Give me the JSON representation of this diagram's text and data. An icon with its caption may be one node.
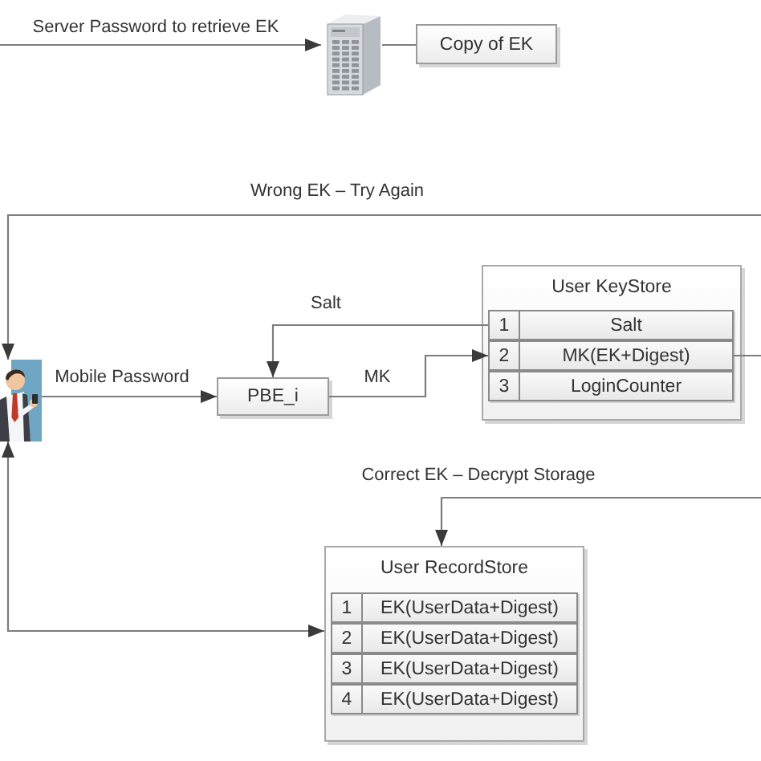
{
  "diagram": {
    "nodes": [
      {
        "text": [],
        "shape": "picture"
      },
      {
        "text": [
          "Copy of EK"
        ]
      },
      {
        "text": [],
        "shape": "person"
      },
      {
        "text": [
          "PBE_i"
        ]
      },
      {
        "text": [
          "User KeyStore"
        ]
      },
      {
        "text": [
          "1",
          "Salt"
        ],
        "in": 4
      },
      {
        "text": [
          "2",
          "MK(EK+Digest)"
        ],
        "in": 4
      },
      {
        "text": [
          "3",
          "LoginCounter"
        ],
        "in": 4
      },
      {
        "text": [
          "User RecordStore"
        ]
      },
      {
        "text": [
          "1",
          "EK(UserData+Digest)"
        ],
        "in": 8
      },
      {
        "text": [
          "2",
          "EK(UserData+Digest)"
        ],
        "in": 8
      },
      {
        "text": [
          "3",
          "EK(UserData+Digest)"
        ],
        "in": 8
      },
      {
        "text": [
          "4",
          "EK(UserData+Digest)"
        ],
        "in": 8
      }
    ],
    "edges": [
      {
        "from": null,
        "to": 0,
        "arrow": "to",
        "label": "Server Password to retrieve EK"
      },
      {
        "from": 0,
        "to": 1,
        "arrow": "none"
      },
      {
        "from": 6,
        "to": null,
        "arrow": "none"
      },
      {
        "from": null,
        "to": 2,
        "arrow": "to",
        "label": "Wrong EK – Try Again"
      },
      {
        "from": 2,
        "to": 3,
        "arrow": "to",
        "label": "Mobile Password"
      },
      {
        "from": 5,
        "to": 3,
        "arrow": "to",
        "label": "Salt"
      },
      {
        "from": 3,
        "to": 6,
        "arrow": "to",
        "label": "MK"
      },
      {
        "from": null,
        "to": 8,
        "arrow": "to",
        "label": "Correct EK – Decrypt Storage"
      },
      {
        "from": 2,
        "to": 8,
        "arrow": "both"
      }
    ]
  }
}
